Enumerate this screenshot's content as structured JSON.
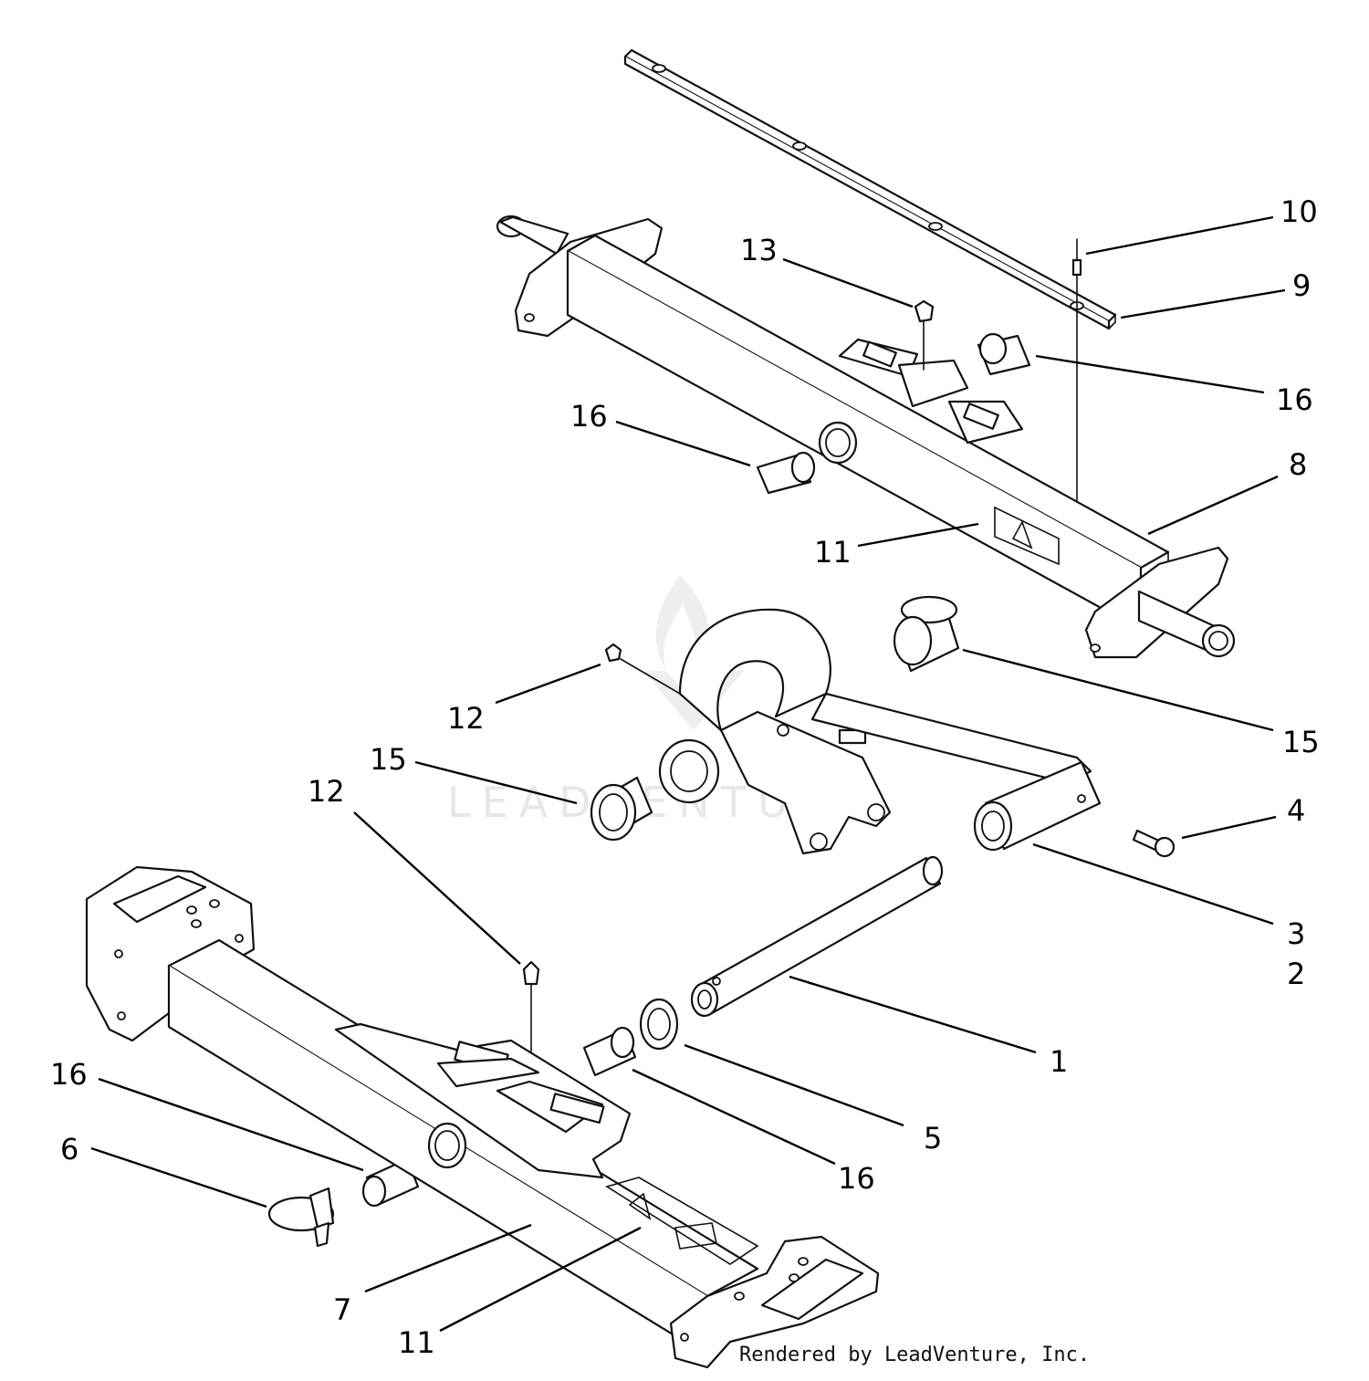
{
  "watermark": {
    "text": "LEADVENTURE"
  },
  "credit": "Rendered by LeadVenture, Inc.",
  "callouts": [
    {
      "id": "c1",
      "label": "1"
    },
    {
      "id": "c2",
      "label": "2"
    },
    {
      "id": "c3",
      "label": "3"
    },
    {
      "id": "c4",
      "label": "4"
    },
    {
      "id": "c5",
      "label": "5"
    },
    {
      "id": "c6",
      "label": "6"
    },
    {
      "id": "c7",
      "label": "7"
    },
    {
      "id": "c8",
      "label": "8"
    },
    {
      "id": "c9",
      "label": "9"
    },
    {
      "id": "c10",
      "label": "10"
    },
    {
      "id": "c11a",
      "label": "11"
    },
    {
      "id": "c11b",
      "label": "11"
    },
    {
      "id": "c12a",
      "label": "12"
    },
    {
      "id": "c12b",
      "label": "12"
    },
    {
      "id": "c13",
      "label": "13"
    },
    {
      "id": "c15a",
      "label": "15"
    },
    {
      "id": "c15b",
      "label": "15"
    },
    {
      "id": "c16a",
      "label": "16"
    },
    {
      "id": "c16b",
      "label": "16"
    },
    {
      "id": "c16c",
      "label": "16"
    },
    {
      "id": "c16d",
      "label": "16"
    }
  ]
}
